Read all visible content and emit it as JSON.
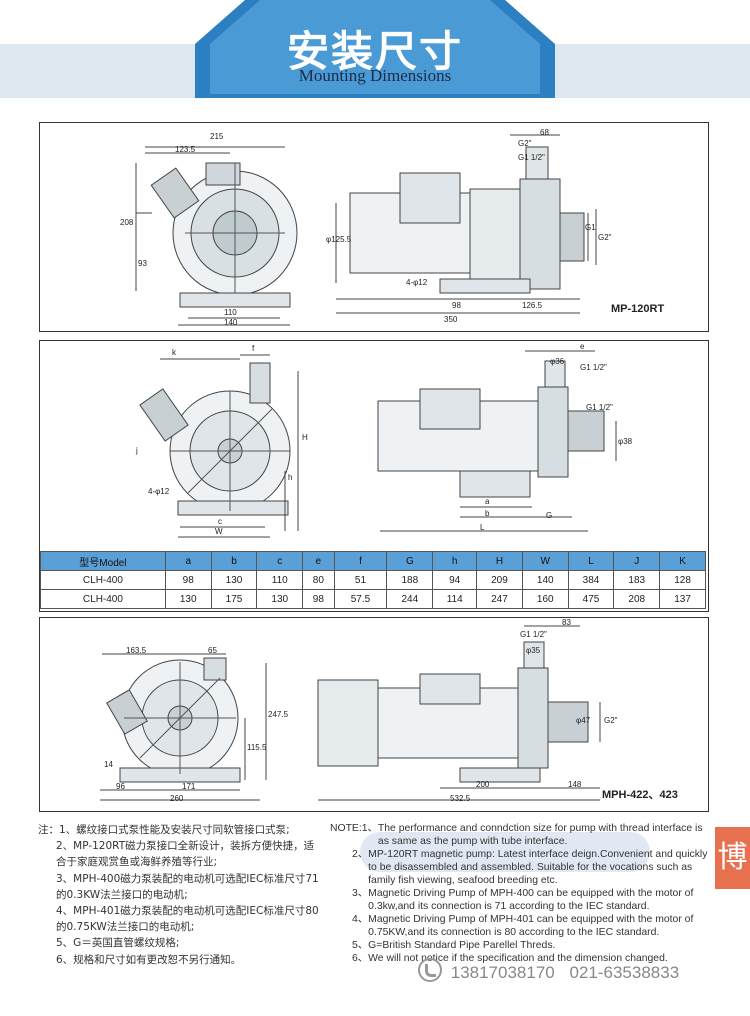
{
  "header": {
    "title": "安装尺寸",
    "subtitle": "Mounting Dimensions"
  },
  "panel1": {
    "model": "MP-120RT",
    "front_dims": [
      "215",
      "123.5",
      "208",
      "93",
      "110",
      "140"
    ],
    "side_dims": [
      "68",
      "G2\"",
      "G1 1/2\"",
      "φ125.5",
      "4-φ12",
      "98",
      "126.5",
      "350",
      "G2\"",
      "G1"
    ]
  },
  "panel2": {
    "front_dims": [
      "k",
      "f",
      "H",
      "h",
      "4-φ12",
      "c",
      "W",
      "j"
    ],
    "side_dims": [
      "e",
      "G1 1/2\"",
      "G1 1/2\"",
      "φ38",
      "φ36",
      "a",
      "b",
      "G",
      "L"
    ]
  },
  "table": {
    "headers": [
      "型号Model",
      "a",
      "b",
      "c",
      "e",
      "f",
      "G",
      "h",
      "H",
      "W",
      "L",
      "J",
      "K"
    ],
    "rows": [
      [
        "CLH-400",
        "98",
        "130",
        "110",
        "80",
        "51",
        "188",
        "94",
        "209",
        "140",
        "384",
        "183",
        "128"
      ],
      [
        "CLH-400",
        "130",
        "175",
        "130",
        "98",
        "57.5",
        "244",
        "114",
        "247",
        "160",
        "475",
        "208",
        "137"
      ]
    ]
  },
  "panel3": {
    "model": "MPH-422、423",
    "front_dims": [
      "163.5",
      "65",
      "247.5",
      "115.5",
      "14",
      "96",
      "171",
      "260"
    ],
    "side_dims": [
      "83",
      "G1 1/2\"",
      "φ35",
      "φ47",
      "G2\"",
      "200",
      "148",
      "532.5"
    ]
  },
  "notes_cn": [
    "注：1、螺纹接口式泵性能及安装尺寸同软管接口式泵;",
    "2、MP-120RT磁力泵接口全新设计，装拆方便快捷，适合于家庭观赏鱼或海鲜养殖等行业;",
    "3、MPH-400磁力泵装配的电动机可选配IEC标准尺寸71的0.3KW法兰接口的电动机;",
    "4、MPH-401磁力泵装配的电动机可选配IEC标准尺寸80的0.75KW法兰接口的电动机;",
    "5、G＝英国直管螺纹规格;",
    "6、规格和尺寸如有更改恕不另行通知。"
  ],
  "notes_en": [
    {
      "n": "NOTE:1、",
      "t": "The performance and conndction size for pump with thread interface is as same as the pump with tube interface."
    },
    {
      "n": "2、",
      "t": "MP-120RT magnetic pump: Latest interface deign.Convenient and quickly to be disassembled and assembled. Suitable for the vocations such as family fish viewing, seafood breeding etc."
    },
    {
      "n": "3、",
      "t": "Magnetic Driving Pump of MPH-400 can be equipped with the motor of 0.3kw,and its connection is 71 according to the IEC standard."
    },
    {
      "n": "4、",
      "t": "Magnetic Driving Pump of MPH-401 can be equipped with the motor of 0.75KW,and its connection is 80 according to the IEC standard."
    },
    {
      "n": "5、",
      "t": "G=British Standard Pipe Parellel Threds."
    },
    {
      "n": "6、",
      "t": "We will not notice if the specification and the dimension changed."
    }
  ],
  "badge": {
    "text": "博"
  },
  "contact": {
    "phone": "13817038170",
    "tel": "021-63538833"
  }
}
